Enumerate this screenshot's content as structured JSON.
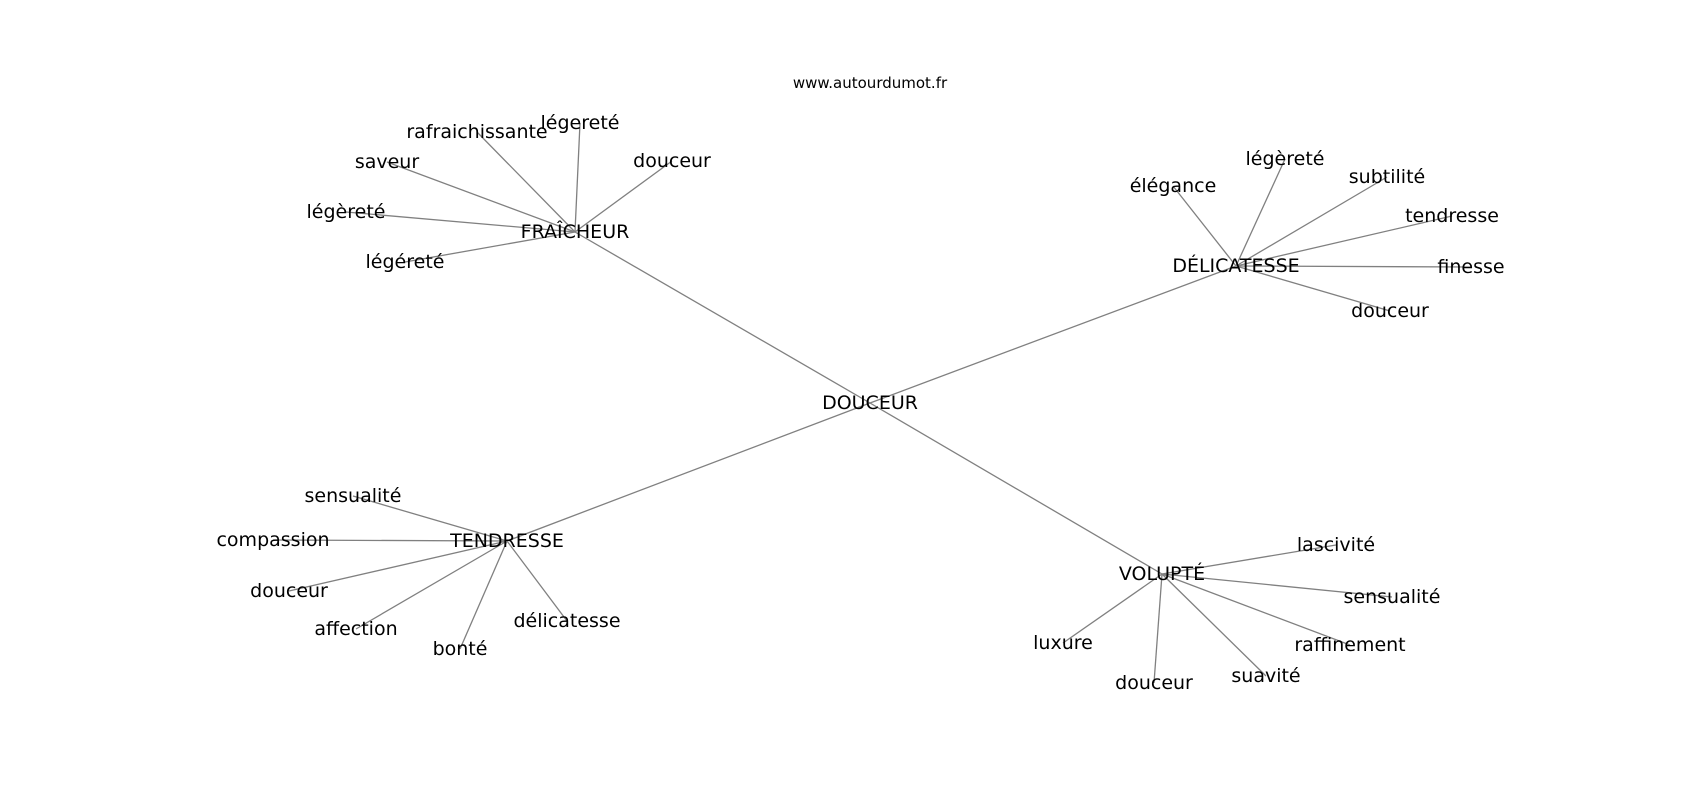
{
  "source": "www.autourdumot.fr",
  "center": {
    "id": "douceur_center",
    "label": "DOUCEUR"
  },
  "hubs": [
    {
      "id": "fraicheur",
      "label": "FRAÎCHEUR",
      "leaves": [
        "rafraichissante",
        "légereté",
        "douceur",
        "saveur",
        "légèreté",
        "légéreté"
      ]
    },
    {
      "id": "delicatesse",
      "label": "DÉLICATESSE",
      "leaves": [
        "élégance",
        "légèreté",
        "subtilité",
        "tendresse",
        "finesse",
        "douceur"
      ]
    },
    {
      "id": "tendresse",
      "label": "TENDRESSE",
      "leaves": [
        "sensualité",
        "compassion",
        "douceur",
        "affection",
        "bonté",
        "délicatesse"
      ]
    },
    {
      "id": "volupte",
      "label": "VOLUPTÉ",
      "leaves": [
        "lascivité",
        "sensualité",
        "raffinement",
        "suavité",
        "douceur",
        "luxure"
      ]
    }
  ]
}
